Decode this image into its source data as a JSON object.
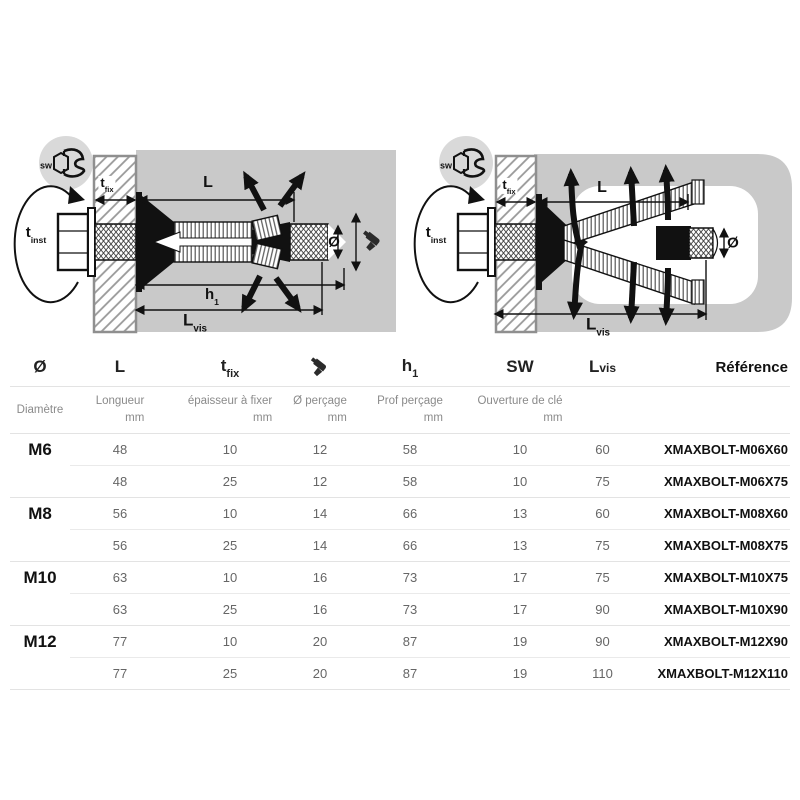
{
  "colors": {
    "diagram_background": "#c9c9c9",
    "wrench_circle_background": "#d9d9d9",
    "line_black": "#111111",
    "table_divider": "#e3e3e3",
    "header_text": "#222222",
    "subheader_text": "#8a8a8a",
    "data_text": "#666666",
    "reference_text": "#111111"
  },
  "diagrams": {
    "solid": {
      "labels": {
        "sw": "sw",
        "tinst_base": "t",
        "tinst_sub": "inst",
        "tfix_base": "t",
        "tfix_sub": "fix",
        "length": "L",
        "h1_base": "h",
        "h1_sub": "1",
        "lvis_base": "L",
        "lvis_sub": "vis",
        "diameter": "Ø"
      }
    },
    "hollow": {
      "labels": {
        "sw": "sw",
        "tinst_base": "t",
        "tinst_sub": "inst",
        "tfix_base": "t",
        "tfix_sub": "fix",
        "length": "L",
        "lvis_base": "L",
        "lvis_sub": "vis",
        "diameter": "Ø"
      }
    }
  },
  "table": {
    "columns": [
      {
        "symbol": "Ø",
        "symbol_sub": "",
        "label": "Diamètre",
        "unit": ""
      },
      {
        "symbol": "L",
        "symbol_sub": "",
        "label": "Longueur",
        "unit": "mm"
      },
      {
        "symbol": "t",
        "symbol_sub": "fix",
        "label": "épaisseur à fixer",
        "unit": "mm"
      },
      {
        "symbol_icon": "drill-icon",
        "label": "Ø perçage",
        "unit": "mm"
      },
      {
        "symbol": "h",
        "symbol_sub": "1",
        "label": "Prof perçage",
        "unit": "mm"
      },
      {
        "symbol": "SW",
        "symbol_sub": "",
        "label": "Ouverture de clé",
        "unit": "mm"
      },
      {
        "symbol": "L",
        "symbol_sub": "vis",
        "label": "",
        "unit": ""
      },
      {
        "symbol": "Référence",
        "symbol_sub": "",
        "label": "",
        "unit": ""
      }
    ],
    "rows": [
      {
        "diameter": "M6",
        "l": "48",
        "tfix": "10",
        "drill": "12",
        "h1": "58",
        "sw": "10",
        "lvis": "60",
        "ref": "XMAXBOLT-M06X60"
      },
      {
        "diameter": "",
        "l": "48",
        "tfix": "25",
        "drill": "12",
        "h1": "58",
        "sw": "10",
        "lvis": "75",
        "ref": "XMAXBOLT-M06X75"
      },
      {
        "diameter": "M8",
        "l": "56",
        "tfix": "10",
        "drill": "14",
        "h1": "66",
        "sw": "13",
        "lvis": "60",
        "ref": "XMAXBOLT-M08X60"
      },
      {
        "diameter": "",
        "l": "56",
        "tfix": "25",
        "drill": "14",
        "h1": "66",
        "sw": "13",
        "lvis": "75",
        "ref": "XMAXBOLT-M08X75"
      },
      {
        "diameter": "M10",
        "l": "63",
        "tfix": "10",
        "drill": "16",
        "h1": "73",
        "sw": "17",
        "lvis": "75",
        "ref": "XMAXBOLT-M10X75"
      },
      {
        "diameter": "",
        "l": "63",
        "tfix": "25",
        "drill": "16",
        "h1": "73",
        "sw": "17",
        "lvis": "90",
        "ref": "XMAXBOLT-M10X90"
      },
      {
        "diameter": "M12",
        "l": "77",
        "tfix": "10",
        "drill": "20",
        "h1": "87",
        "sw": "19",
        "lvis": "90",
        "ref": "XMAXBOLT-M12X90"
      },
      {
        "diameter": "",
        "l": "77",
        "tfix": "25",
        "drill": "20",
        "h1": "87",
        "sw": "19",
        "lvis": "110",
        "ref": "XMAXBOLT-M12X110"
      }
    ]
  }
}
